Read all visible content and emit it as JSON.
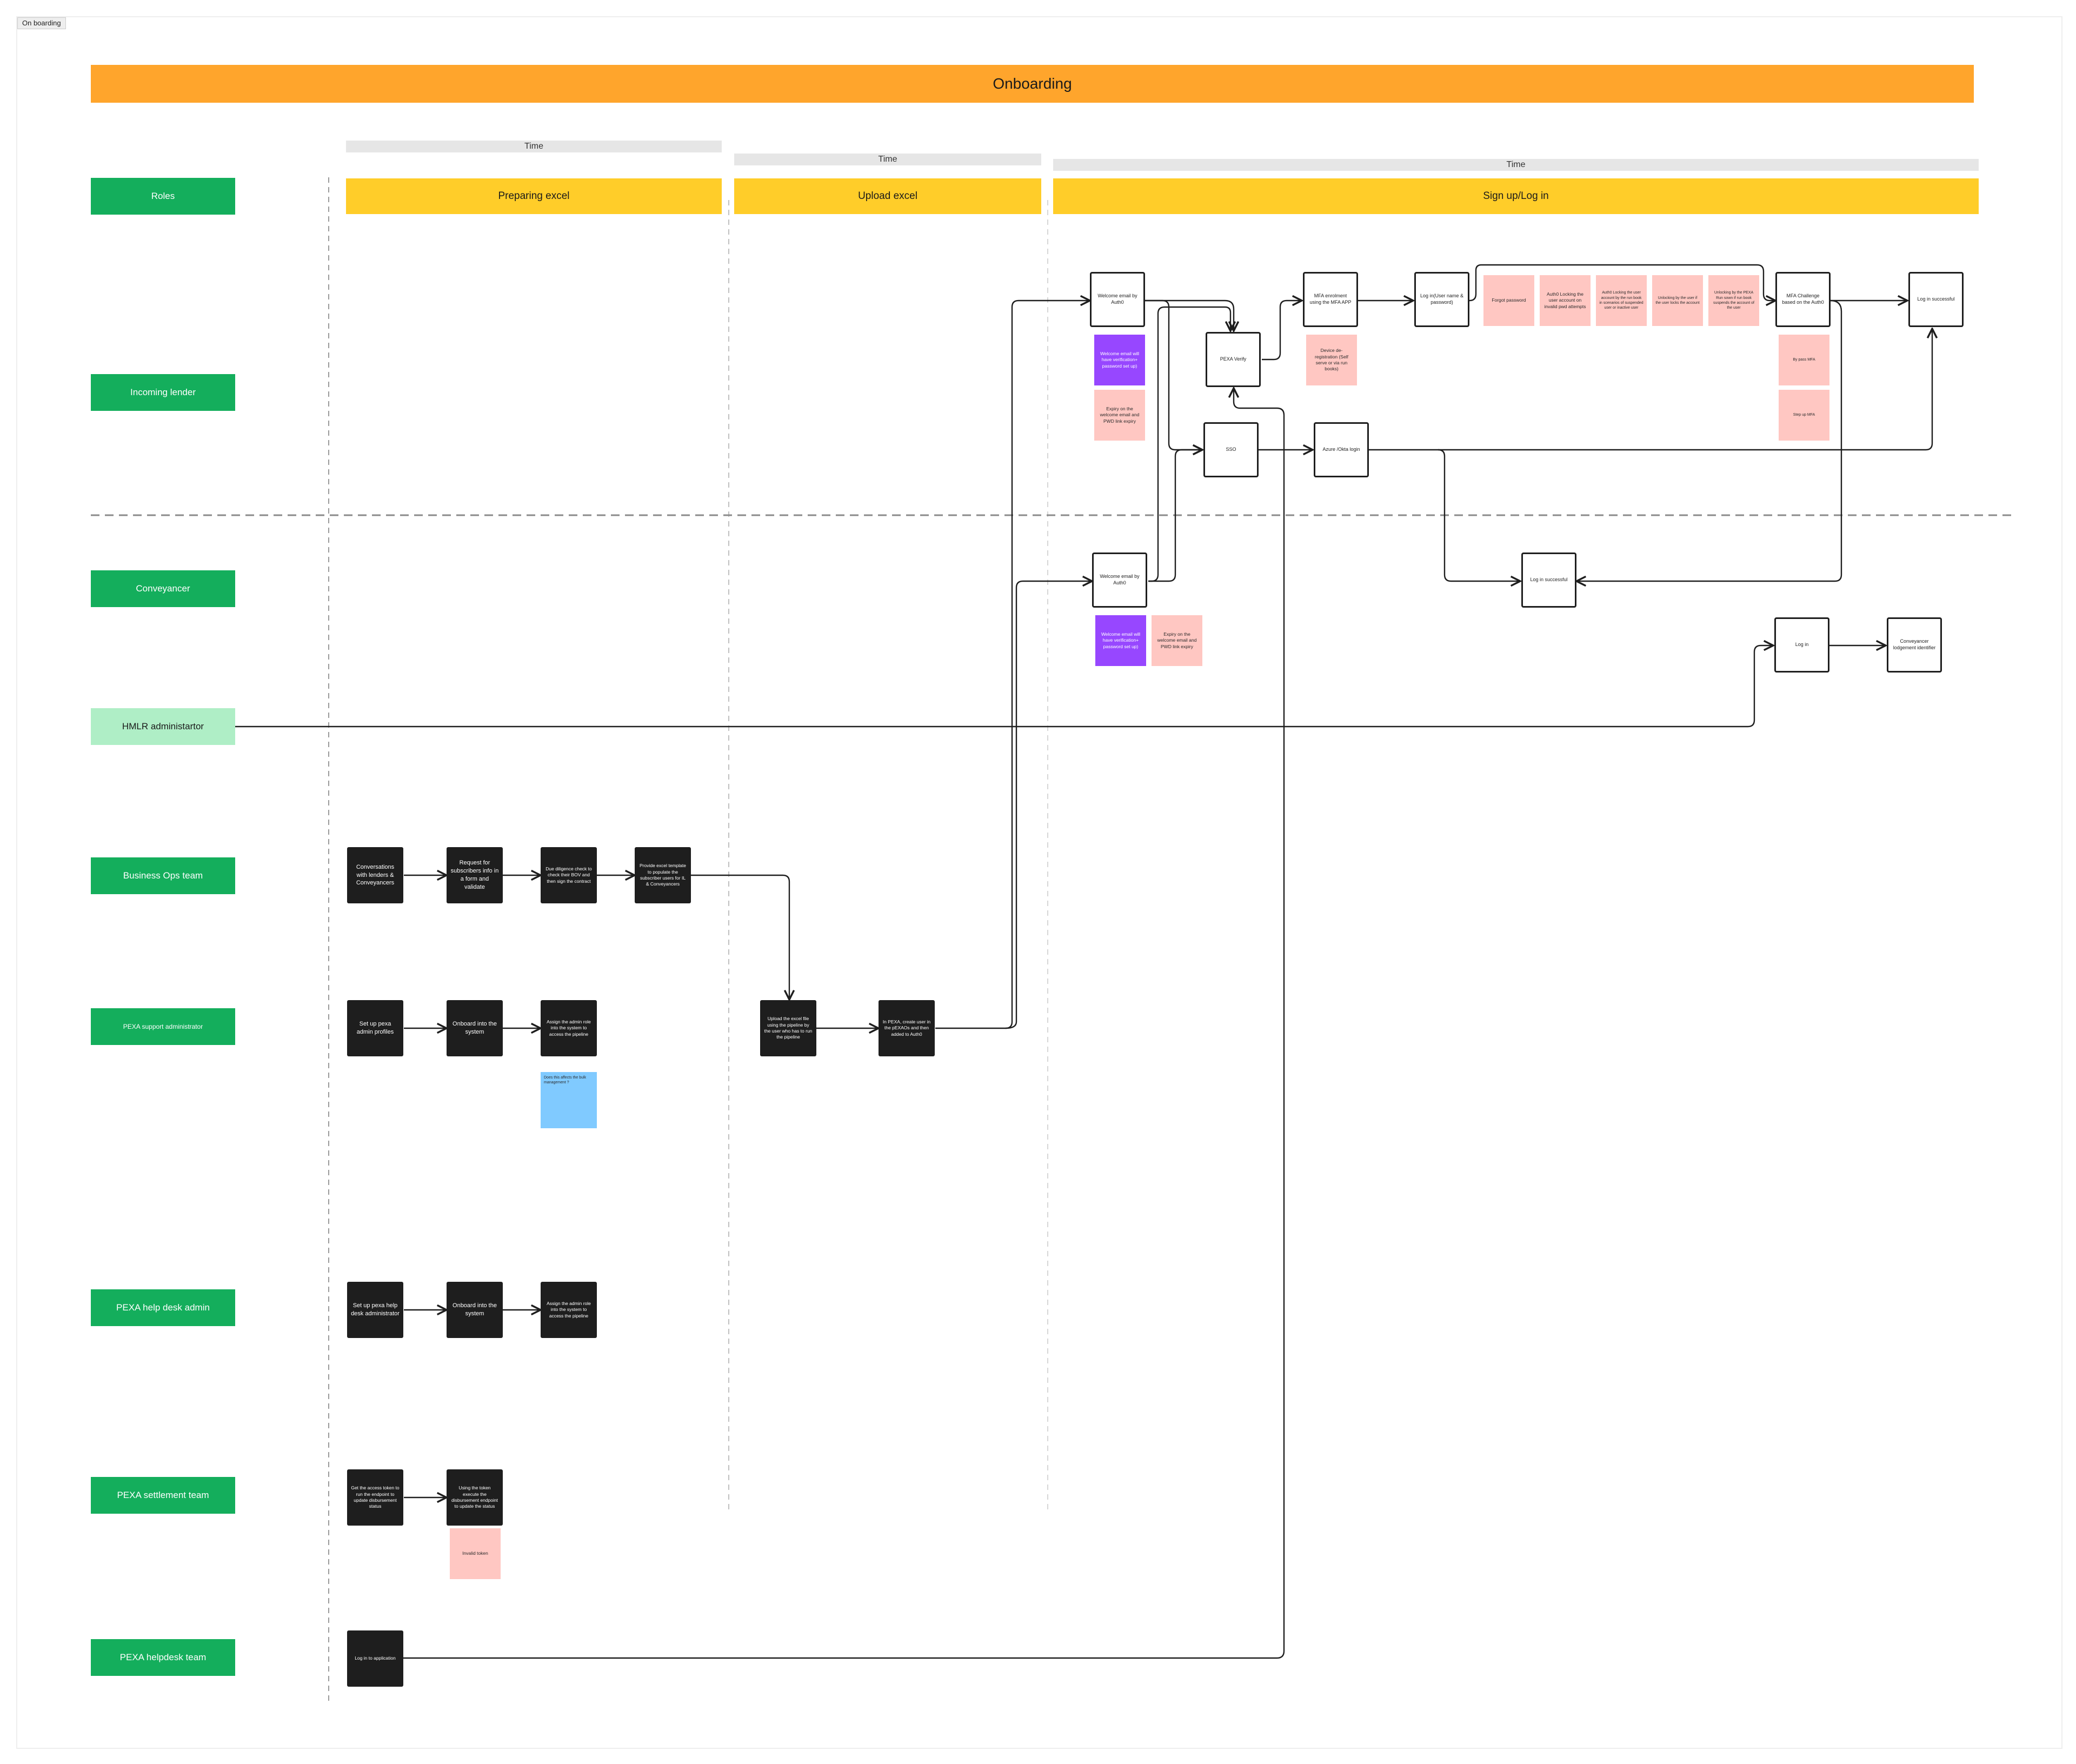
{
  "frame_label": "On boarding",
  "title": "Onboarding",
  "time_label": "Time",
  "phases": [
    "Preparing excel",
    "Upload excel",
    "Sign up/Log in"
  ],
  "roles": [
    "Roles",
    "Incoming lender",
    "Conveyancer",
    "HMLR administartor",
    "Business Ops team",
    "PEXA support administrator",
    "PEXA help desk admin",
    "PEXA settlement team",
    "PEXA helpdesk team"
  ],
  "business_ops": [
    "Conversations with lenders & Conveyancers",
    "Request for subscribers info in a form and validate",
    "Due diligence check to check their BOV and then sign the contract",
    "Provide excel template to populate the subscriber users for IL & Conveyancers"
  ],
  "support_admin": [
    "Set up pexa admin profiles",
    "Onboard into the system",
    "Assign the admin role into the system to access the pipeline"
  ],
  "support_note": "Does this affects the bulk management ?",
  "upload": [
    "Upload the excel file using the pipeline by the user who has to run the pipeline",
    "In PEXA, create user in the pEXAOs and then added to Auth0"
  ],
  "help_desk": [
    "Set up pexa help desk administrator",
    "Onboard into the system",
    "Assign the admin role into the system to access the pipeline"
  ],
  "settlement": [
    "Get the access token to run the endpoint to update disbursement status",
    "Using the token execute the disbursement endpoint to update the status"
  ],
  "settlement_note": "Invalid token",
  "helpdesk_team": [
    "Log in to application"
  ],
  "lender": {
    "welcome": "Welcome email by Auth0",
    "welcome_note": "Welcome email will have verification+ password set up)",
    "expiry_note": "Expiry on the welcome email and PWD link expiry",
    "pexa_verify": "PEXA Verify",
    "device_note": "Device de-registration (Self serve or via run books)",
    "sso": "SSO",
    "mfa_enrol": "MFA enrolment using the MFA APP",
    "azure": "Azure /Okta login",
    "login_user": "Log in(User name & password)",
    "forgot": "Forgot password",
    "auth0_lock": "Auth0 Locking the user account on invalid pwd attempts",
    "auth0_lock2": "Auth0 Locking the user account by the run book in scenarios of suspended user or inactive user",
    "unlock1": "Unlocking by the user if the user locks the account",
    "unlock2": "Unlocking by the PEXA Run sown if run book suspends the account of the user",
    "mfa_challenge": "MFA Challenge based on the Auth0",
    "bypass": "By pass MFA",
    "stepup": "Step up MFA",
    "success": "Log in successful"
  },
  "conveyancer": {
    "welcome": "Welcome email by Auth0",
    "welcome_note": "Welcome email will have verification+ password set up)",
    "expiry_note": "Expiry on the welcome email and PWD link expiry",
    "success": "Log in successful"
  },
  "hmlr": {
    "login": "Log in",
    "identifier": "Conveyancer lodgement identifier"
  },
  "colors": {
    "banner": "#ffa52c",
    "phase": "#ffcd29",
    "role": "#14ae5c",
    "role_light": "#afeec6",
    "sticky_pink": "#ffc7c2",
    "sticky_purple": "#9747ff",
    "sticky_blue": "#80caff"
  }
}
